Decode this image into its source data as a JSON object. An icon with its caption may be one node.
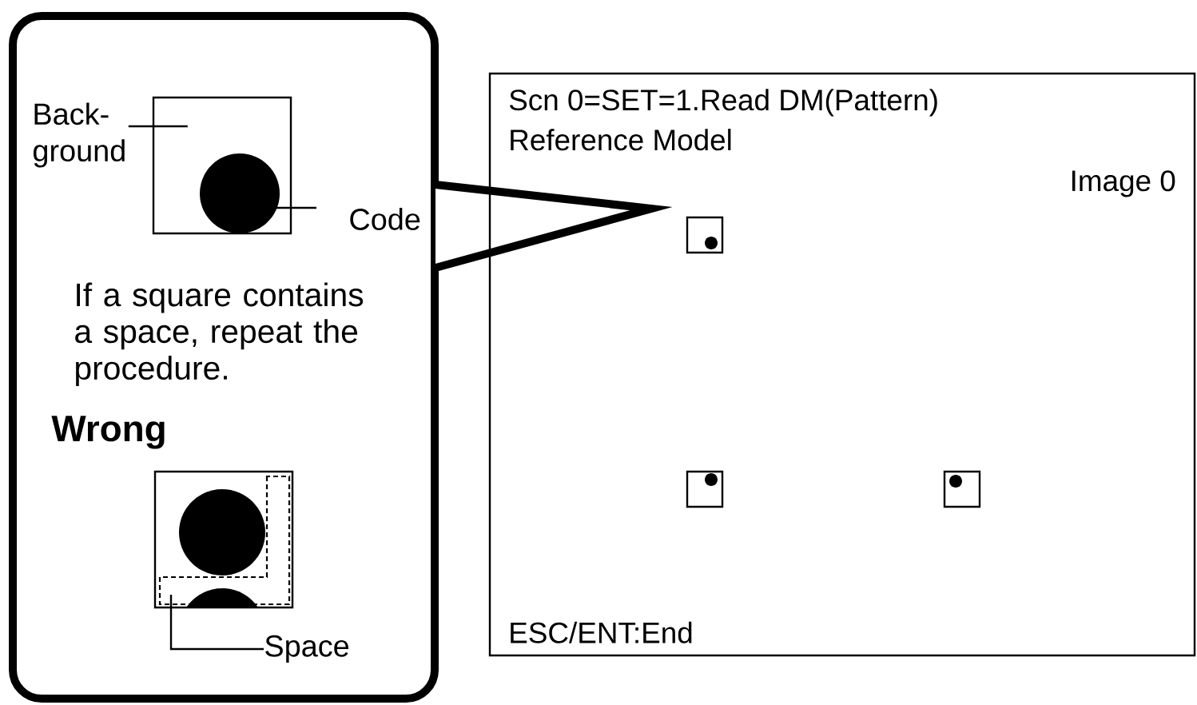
{
  "diagram": {
    "nodes": [
      {
        "text": [
          "If a square contains a space, repeat the procedure.",
          "Wrong"
        ]
      },
      {
        "text": [
          "Back- ground"
        ],
        "in": 0
      },
      {
        "text": [],
        "shape": "box",
        "in": 0
      },
      {
        "text": [],
        "shape": "circle",
        "in": 2
      },
      {
        "text": [
          "Code"
        ],
        "in": 0
      },
      {
        "text": [],
        "shape": "box",
        "in": 0
      },
      {
        "text": [],
        "shape": "circle",
        "in": 5
      },
      {
        "text": [],
        "shape": "circle",
        "in": 5
      },
      {
        "text": [],
        "shape": "box",
        "in": 5
      },
      {
        "text": [
          "Space"
        ],
        "in": 0
      },
      {
        "text": [
          "Scn 0=SET=1.Read DM(Pattern)",
          "Reference Model",
          "Image 0",
          "ESC/ENT:End"
        ]
      },
      {
        "text": [],
        "shape": "box",
        "in": 10
      },
      {
        "text": [],
        "shape": "box",
        "in": 10
      },
      {
        "text": [],
        "shape": "box",
        "in": 10
      }
    ],
    "edges": [
      {
        "from": 1,
        "to": 2,
        "arrow": "none"
      },
      {
        "from": 4,
        "to": 3,
        "arrow": "none"
      },
      {
        "from": 9,
        "to": 8,
        "arrow": "none"
      }
    ]
  }
}
